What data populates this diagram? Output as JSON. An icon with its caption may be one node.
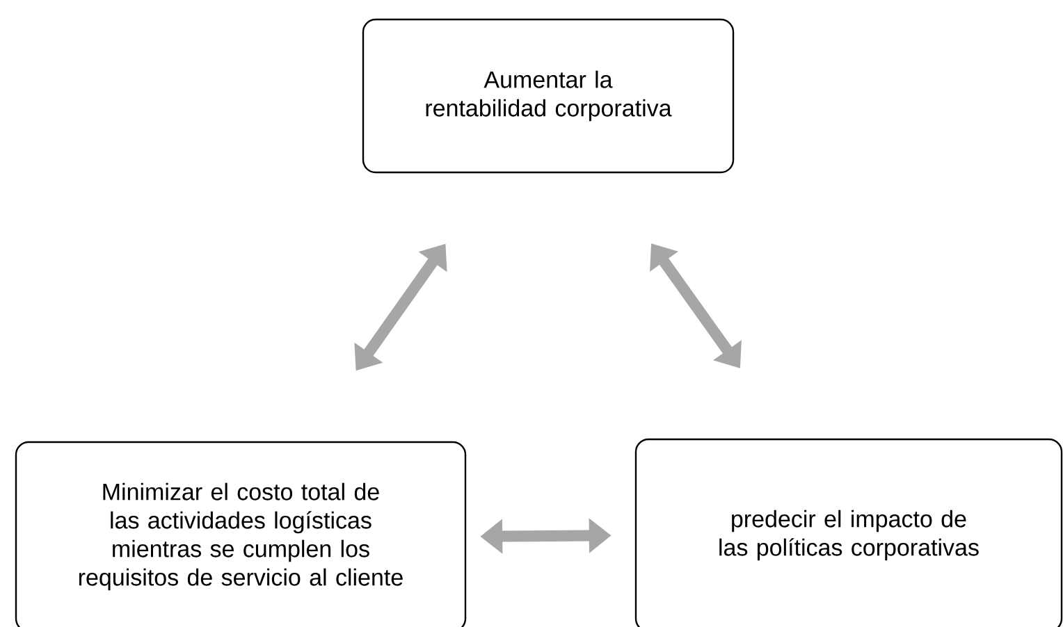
{
  "diagram": {
    "nodes": [
      {
        "text": [
          "Aumentar la rentabilidad corporativa"
        ]
      },
      {
        "text": [
          "Minimizar el costo total de las actividades logísticas mientras se cumplen los requisitos de servicio al cliente"
        ]
      },
      {
        "text": [
          "predecir el impacto de las políticas corporativas"
        ]
      }
    ],
    "edges": [
      {
        "from": 1,
        "to": 0,
        "arrow": "both"
      },
      {
        "from": 0,
        "to": 2,
        "arrow": "both"
      },
      {
        "from": 1,
        "to": 2,
        "arrow": "both"
      }
    ]
  }
}
